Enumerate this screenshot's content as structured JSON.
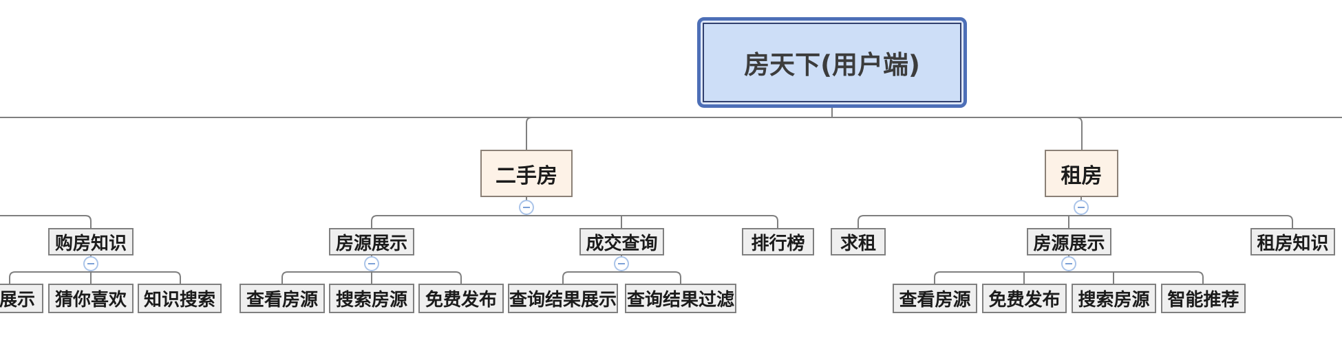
{
  "mindmap": {
    "root": {
      "label": "房天下(用户端)"
    },
    "left_branch": {
      "label": "购房知识",
      "children": [
        {
          "label": "展示"
        },
        {
          "label": "猜你喜欢"
        },
        {
          "label": "知识搜索"
        }
      ]
    },
    "branches": [
      {
        "label": "二手房",
        "children": [
          {
            "label": "房源展示",
            "children": [
              {
                "label": "查看房源"
              },
              {
                "label": "搜索房源"
              },
              {
                "label": "免费发布"
              }
            ]
          },
          {
            "label": "成交查询",
            "children": [
              {
                "label": "查询结果展示"
              },
              {
                "label": "查询结果过滤"
              }
            ]
          },
          {
            "label": "排行榜",
            "children": []
          }
        ]
      },
      {
        "label": "租房",
        "children": [
          {
            "label": "求租",
            "children": []
          },
          {
            "label": "房源展示",
            "children": [
              {
                "label": "查看房源"
              },
              {
                "label": "免费发布"
              },
              {
                "label": "搜索房源"
              },
              {
                "label": "智能推荐"
              }
            ]
          },
          {
            "label": "租房知识",
            "children": []
          }
        ]
      }
    ]
  },
  "colors": {
    "root_fill": "#cddef7",
    "root_border": "#4d6fb7",
    "branch_fill": "#fdf2e7",
    "branch_border": "#8b8076",
    "node_fill": "#efefef",
    "node_border": "#7f7f7f",
    "connector": "#7f7f7f",
    "collapse_ring": "#aac4e9",
    "collapse_minus": "#7ba0d6"
  }
}
